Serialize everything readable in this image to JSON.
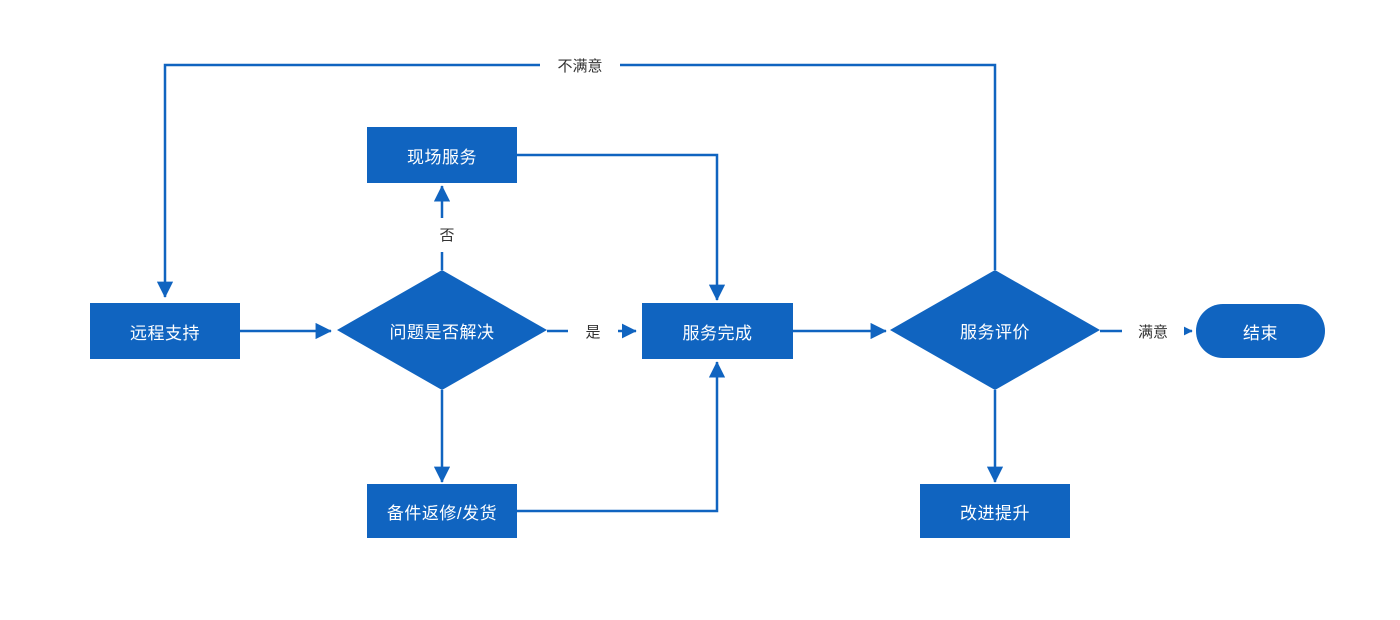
{
  "diagram": {
    "type": "flowchart",
    "orientation": "left-to-right",
    "theme": {
      "node_fill": "#1064C0",
      "node_text": "#FFFFFF",
      "edge_stroke": "#1064C0",
      "edge_label_text": "#333333",
      "background": "#FFFFFF"
    },
    "nodes": [
      {
        "id": "remote_support",
        "shape": "rect",
        "label": "远程支持"
      },
      {
        "id": "onsite_service",
        "shape": "rect",
        "label": "现场服务"
      },
      {
        "id": "problem_solved",
        "shape": "diamond",
        "label": "问题是否解决"
      },
      {
        "id": "service_done",
        "shape": "rect",
        "label": "服务完成"
      },
      {
        "id": "parts_repair",
        "shape": "rect",
        "label": "备件返修/发货"
      },
      {
        "id": "service_review",
        "shape": "diamond",
        "label": "服务评价"
      },
      {
        "id": "improvement",
        "shape": "rect",
        "label": "改进提升"
      },
      {
        "id": "end",
        "shape": "stadium",
        "label": "结束"
      }
    ],
    "edges": [
      {
        "id": "e-remote-to-solved",
        "from": "remote_support",
        "to": "problem_solved",
        "label": ""
      },
      {
        "id": "e-solved-yes",
        "from": "problem_solved",
        "to": "service_done",
        "label": "是"
      },
      {
        "id": "e-solved-no",
        "from": "problem_solved",
        "to": "onsite_service",
        "label": "否"
      },
      {
        "id": "e-solved-to-parts",
        "from": "problem_solved",
        "to": "parts_repair",
        "label": ""
      },
      {
        "id": "e-onsite-to-done",
        "from": "onsite_service",
        "to": "service_done",
        "label": ""
      },
      {
        "id": "e-parts-to-done",
        "from": "parts_repair",
        "to": "service_done",
        "label": ""
      },
      {
        "id": "e-done-to-review",
        "from": "service_done",
        "to": "service_review",
        "label": ""
      },
      {
        "id": "e-review-satisfied",
        "from": "service_review",
        "to": "end",
        "label": "满意"
      },
      {
        "id": "e-review-unsatisfied",
        "from": "service_review",
        "to": "remote_support",
        "label": "不满意"
      },
      {
        "id": "e-review-to-improve",
        "from": "service_review",
        "to": "improvement",
        "label": ""
      }
    ],
    "edge_labels": {
      "yes": "是",
      "no": "否",
      "satisfied": "满意",
      "unsatisfied": "不满意"
    }
  }
}
